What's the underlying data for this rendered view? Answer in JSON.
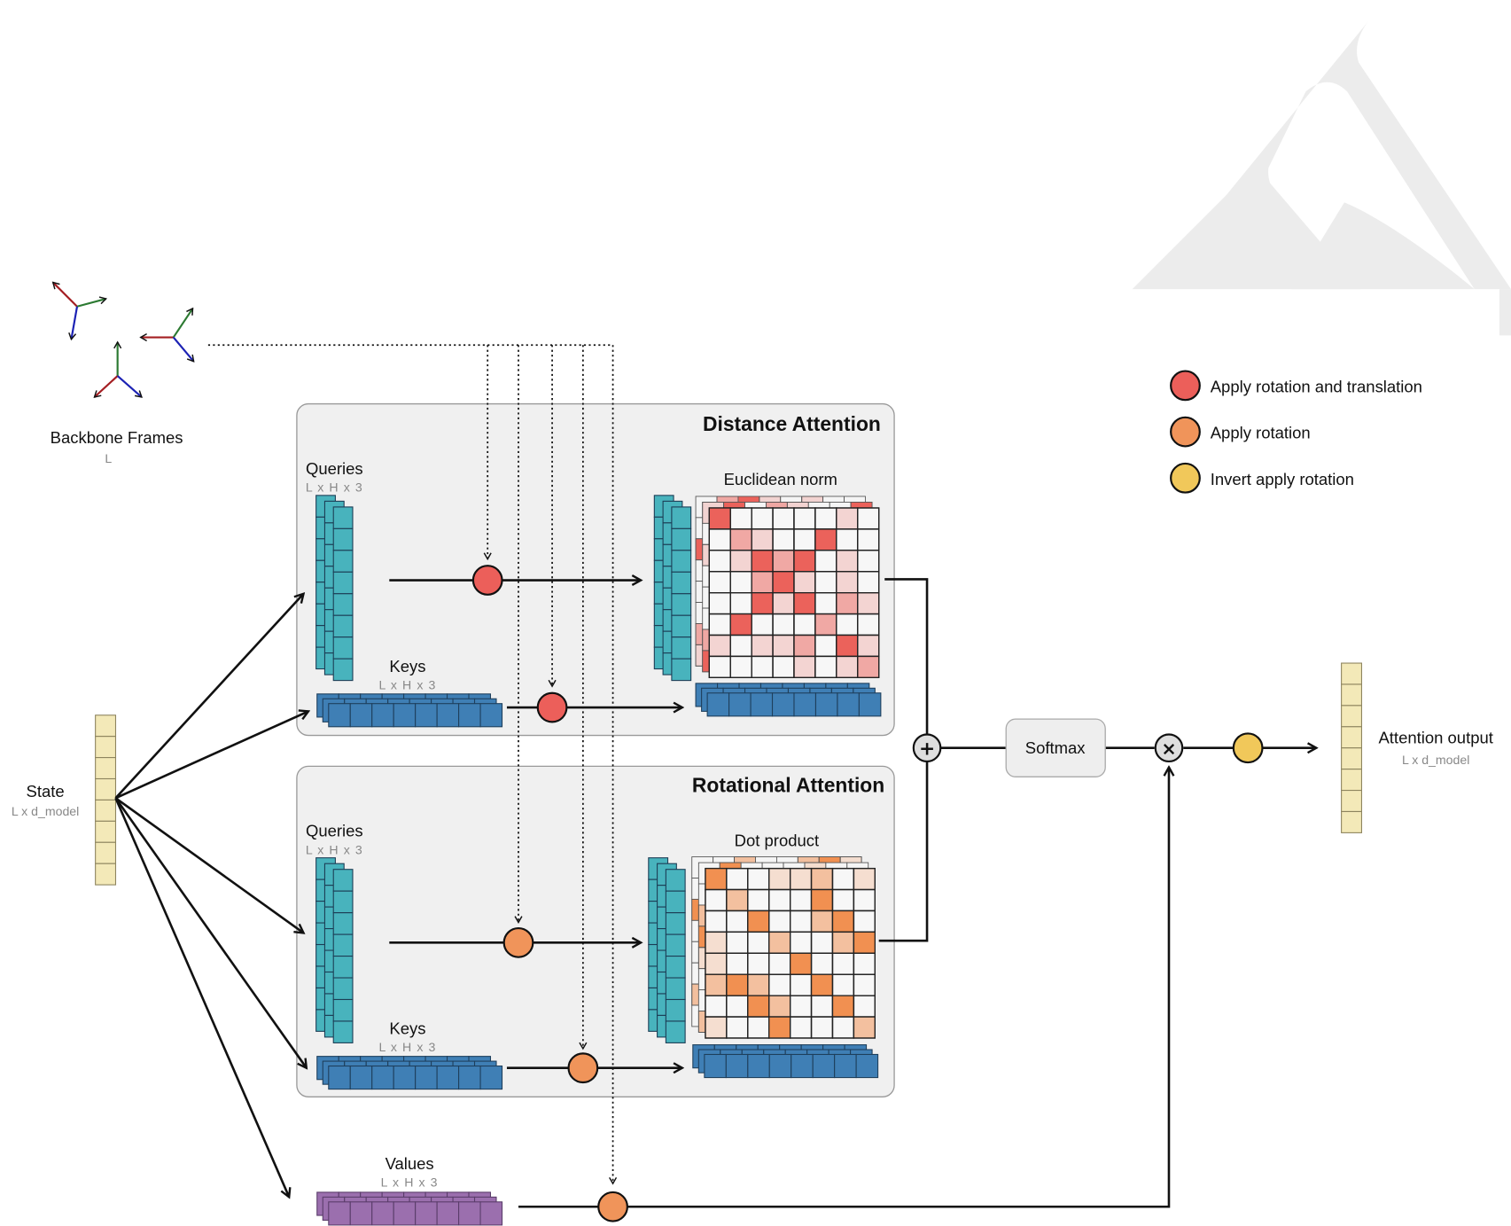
{
  "backbone": {
    "label": "Backbone Frames",
    "dims": "L"
  },
  "state": {
    "label": "State",
    "dims": "L x d_model",
    "color": "#f3e9b8"
  },
  "distance_attention": {
    "title": "Distance Attention",
    "queries": {
      "label": "Queries",
      "dims": "L x H x 3"
    },
    "keys": {
      "label": "Keys",
      "dims": "L x H x 3"
    },
    "operation": "Euclidean norm",
    "heatmap_color": "#ea5a52",
    "heatmap": [
      [
        3,
        0,
        0,
        0,
        0,
        0,
        1,
        0
      ],
      [
        0,
        2,
        1,
        0,
        0,
        3,
        0,
        0
      ],
      [
        0,
        1,
        3,
        2,
        3,
        0,
        1,
        0
      ],
      [
        0,
        0,
        2,
        3,
        1,
        0,
        1,
        0
      ],
      [
        0,
        0,
        3,
        1,
        3,
        0,
        2,
        1
      ],
      [
        0,
        3,
        0,
        0,
        0,
        2,
        0,
        0
      ],
      [
        1,
        0,
        1,
        1,
        2,
        0,
        3,
        1
      ],
      [
        0,
        0,
        0,
        0,
        1,
        0,
        1,
        2
      ]
    ]
  },
  "rotational_attention": {
    "title": "Rotational Attention",
    "queries": {
      "label": "Queries",
      "dims": "L x H x 3"
    },
    "keys": {
      "label": "Keys",
      "dims": "L x H x 3"
    },
    "operation": "Dot product",
    "heatmap_color": "#f08a48",
    "heatmap": [
      [
        3,
        0,
        0,
        1,
        1,
        2,
        0,
        1
      ],
      [
        0,
        2,
        0,
        0,
        0,
        3,
        0,
        0
      ],
      [
        0,
        0,
        3,
        0,
        0,
        2,
        3,
        0
      ],
      [
        1,
        0,
        0,
        2,
        0,
        0,
        2,
        3
      ],
      [
        1,
        0,
        0,
        0,
        3,
        0,
        0,
        0
      ],
      [
        2,
        3,
        2,
        0,
        0,
        3,
        0,
        0
      ],
      [
        0,
        0,
        3,
        2,
        0,
        0,
        3,
        0
      ],
      [
        1,
        0,
        0,
        3,
        0,
        0,
        0,
        2
      ]
    ]
  },
  "values": {
    "label": "Values",
    "dims": "L x H x 3",
    "color": "#9b6fae"
  },
  "softmax": {
    "label": "Softmax"
  },
  "plus_symbol": "+",
  "times_symbol": "×",
  "output": {
    "label": "Attention output",
    "dims": "L x d_model"
  },
  "legend": [
    {
      "label": "Apply rotation and translation",
      "color": "#ec5f5a"
    },
    {
      "label": "Apply rotation",
      "color": "#f0945a"
    },
    {
      "label": "Invert apply rotation",
      "color": "#f1c85a"
    }
  ],
  "colors": {
    "queries": "#48b3bd",
    "keys": "#3f7fb5",
    "panel_bg": "#f0f0f0",
    "operator_bg": "#dedede"
  }
}
